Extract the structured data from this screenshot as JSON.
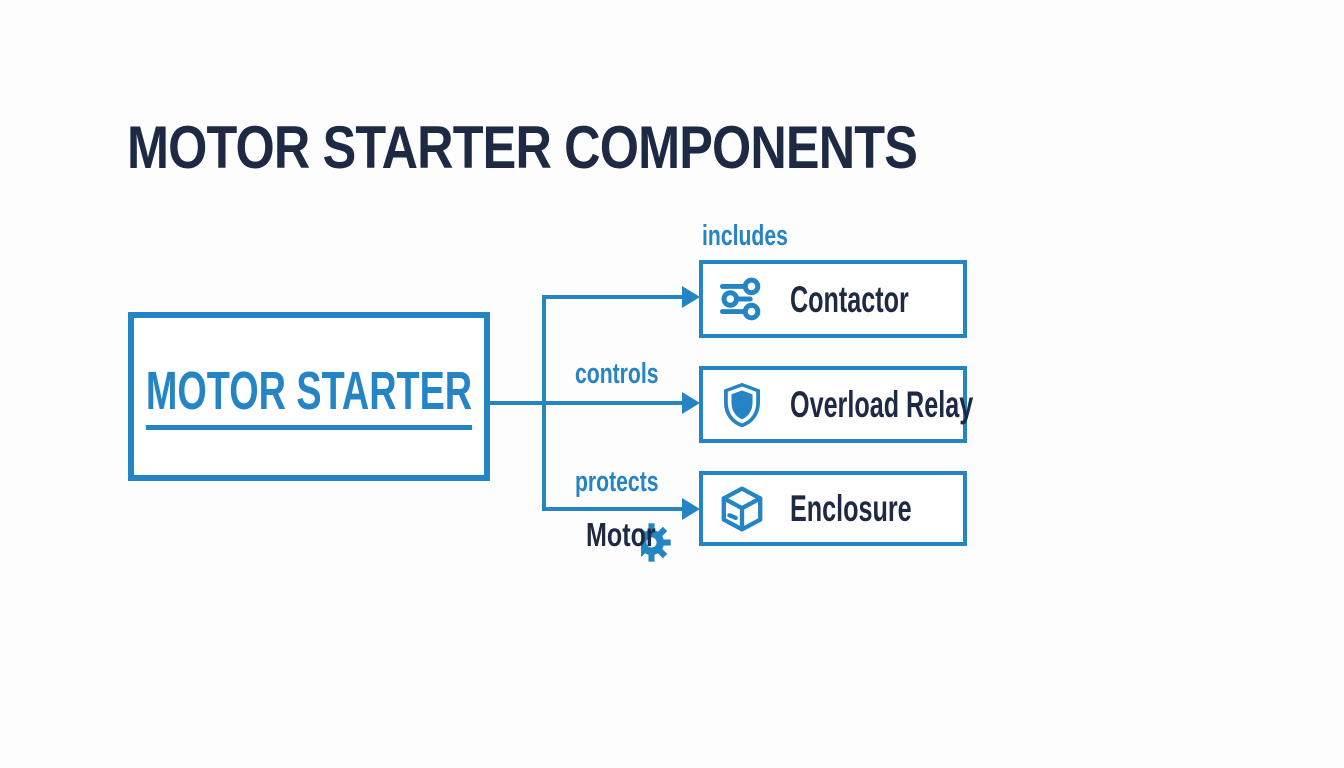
{
  "title": "MOTOR STARTER COMPONENTS",
  "colors": {
    "accent_blue": "#2584c4",
    "text_navy": "#1e2a44",
    "background": "#fdfdfe"
  },
  "diagram": {
    "root_node": {
      "label": "MOTOR STARTER"
    },
    "edge_labels": {
      "includes": "includes",
      "controls": "controls",
      "protects": "protects"
    },
    "motor_note": {
      "label": "Motor",
      "icon": "gear-icon"
    },
    "components": [
      {
        "label": "Contactor",
        "icon": "sliders-icon"
      },
      {
        "label": "Overload Relay",
        "icon": "shield-icon"
      },
      {
        "label": "Enclosure",
        "icon": "cube-icon"
      }
    ]
  }
}
